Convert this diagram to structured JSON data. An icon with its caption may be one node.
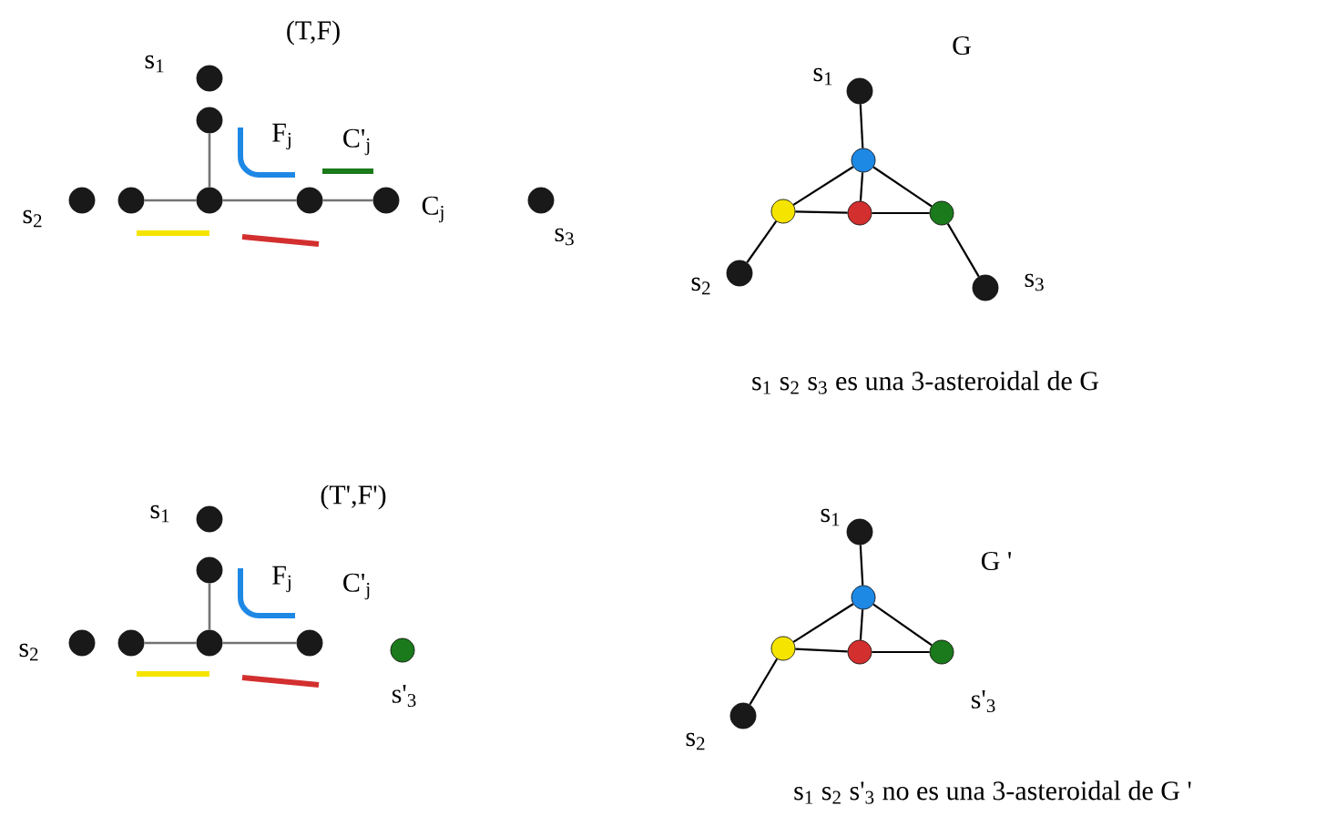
{
  "diagram": {
    "nodes": [
      {
        "text": [],
        "shape": "circle",
        "beside": [
          "s$_{1}$"
        ]
      },
      {
        "text": [],
        "shape": "circle"
      },
      {
        "text": [],
        "shape": "circle",
        "beside": [
          "s$_{2}$"
        ]
      },
      {
        "text": [],
        "shape": "circle"
      },
      {
        "text": [],
        "shape": "circle"
      },
      {
        "text": [],
        "shape": "circle"
      },
      {
        "text": [],
        "shape": "circle"
      },
      {
        "text": [],
        "shape": "circle",
        "beside": [
          "s$_{3}$"
        ]
      },
      {
        "text": [],
        "shape": "circle",
        "beside": [
          "s$_{1}$"
        ]
      },
      {
        "text": [],
        "shape": "circle"
      },
      {
        "text": [],
        "shape": "circle"
      },
      {
        "text": [],
        "shape": "circle"
      },
      {
        "text": [],
        "shape": "circle"
      },
      {
        "text": [],
        "shape": "circle",
        "beside": [
          "s$_{2}$"
        ]
      },
      {
        "text": [],
        "shape": "circle",
        "beside": [
          "s$_{3}$"
        ]
      },
      {
        "text": [],
        "shape": "circle",
        "beside": [
          "s$_{1}$"
        ]
      },
      {
        "text": [],
        "shape": "circle"
      },
      {
        "text": [],
        "shape": "circle",
        "beside": [
          "s$_{2}$"
        ]
      },
      {
        "text": [],
        "shape": "circle"
      },
      {
        "text": [],
        "shape": "circle"
      },
      {
        "text": [],
        "shape": "circle"
      },
      {
        "text": [],
        "shape": "circle",
        "beside": [
          "s'$_{3}$"
        ]
      },
      {
        "text": [],
        "shape": "circle",
        "beside": [
          "s$_{1}$"
        ]
      },
      {
        "text": [],
        "shape": "circle"
      },
      {
        "text": [],
        "shape": "circle"
      },
      {
        "text": [],
        "shape": "circle"
      },
      {
        "text": [],
        "shape": "circle",
        "beside": [
          "s'$_{3}$"
        ]
      },
      {
        "text": [],
        "shape": "circle",
        "beside": [
          "s$_{2}$"
        ]
      }
    ],
    "edges": [
      {
        "from": 1,
        "to": 4,
        "arrow": "none",
        "color": "#737373"
      },
      {
        "from": 3,
        "to": 4,
        "arrow": "none",
        "color": "#737373"
      },
      {
        "from": 4,
        "to": 5,
        "arrow": "none",
        "color": "#737373"
      },
      {
        "from": 5,
        "to": 6,
        "arrow": "none",
        "color": "#737373"
      },
      {
        "from": 8,
        "to": 9,
        "arrow": "none"
      },
      {
        "from": 9,
        "to": 10,
        "arrow": "none"
      },
      {
        "from": 9,
        "to": 11,
        "arrow": "none"
      },
      {
        "from": 9,
        "to": 12,
        "arrow": "none"
      },
      {
        "from": 10,
        "to": 11,
        "arrow": "none"
      },
      {
        "from": 11,
        "to": 12,
        "arrow": "none"
      },
      {
        "from": 10,
        "to": 13,
        "arrow": "none"
      },
      {
        "from": 12,
        "to": 14,
        "arrow": "none"
      },
      {
        "from": 16,
        "to": 19,
        "arrow": "none",
        "color": "#737373"
      },
      {
        "from": 18,
        "to": 19,
        "arrow": "none",
        "color": "#737373"
      },
      {
        "from": 19,
        "to": 20,
        "arrow": "none",
        "color": "#737373"
      },
      {
        "from": 22,
        "to": 23,
        "arrow": "none"
      },
      {
        "from": 23,
        "to": 24,
        "arrow": "none"
      },
      {
        "from": 23,
        "to": 25,
        "arrow": "none"
      },
      {
        "from": 23,
        "to": 26,
        "arrow": "none"
      },
      {
        "from": 24,
        "to": 25,
        "arrow": "none"
      },
      {
        "from": 25,
        "to": 26,
        "arrow": "none"
      },
      {
        "from": 24,
        "to": 27,
        "arrow": "none"
      }
    ],
    "labels": [
      "(T,F)",
      "F$_{j}$",
      "C'$_{j}$",
      "C$_{j}$",
      "G",
      "s$_{1}$ s$_{2}$ s$_{3}$ es una 3-asteroidal de G",
      "(T',F')",
      "F$_{j}$",
      "C'$_{j}$",
      "G '",
      "s$_{1}$ s$_{2}$ s'$_{3}$ no es una 3-asteroidal de G '"
    ]
  }
}
